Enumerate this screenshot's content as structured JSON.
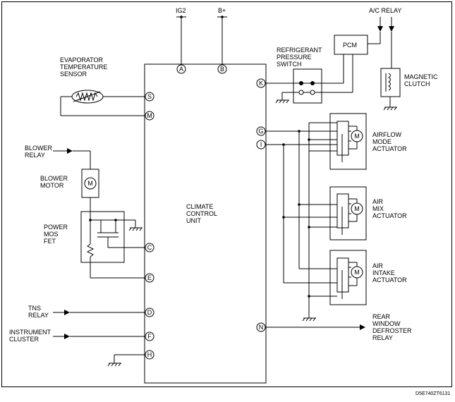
{
  "top_labels": {
    "ig2": "IG2",
    "bplus": "B+",
    "ac_relay": "A/C RELAY"
  },
  "ccu": {
    "line1": "CLIMATE",
    "line2": "CONTROL",
    "line3": "UNIT"
  },
  "pins": {
    "a": "A",
    "b": "B",
    "s": "S",
    "m": "M",
    "c": "C",
    "e": "E",
    "d": "D",
    "f": "F",
    "h": "H",
    "k": "K",
    "g": "G",
    "i": "I",
    "n": "N"
  },
  "pcm": {
    "label": "PCM"
  },
  "refrigerant_switch": {
    "line1": "REFRIGERANT",
    "line2": "PRESSURE",
    "line3": "SWITCH"
  },
  "magnetic_clutch": {
    "line1": "MAGNETIC",
    "line2": "CLUTCH"
  },
  "evaporator_sensor": {
    "line1": "EVAPORATOR",
    "line2": "TEMPERATURE",
    "line3": "SENSOR"
  },
  "blower_relay": {
    "line1": "BLOWER",
    "line2": "RELAY"
  },
  "blower_motor": {
    "line1": "BLOWER",
    "line2": "MOTOR"
  },
  "power_mosfet": {
    "line1": "POWER",
    "line2": "MOS",
    "line3": "FET"
  },
  "tns_relay": {
    "line1": "TNS",
    "line2": "RELAY"
  },
  "instrument_cluster": {
    "line1": "INSTRUMENT",
    "line2": "CLUSTER"
  },
  "airflow_actuator": {
    "line1": "AIRFLOW",
    "line2": "MODE",
    "line3": "ACTUATOR"
  },
  "airmix_actuator": {
    "line1": "AIR",
    "line2": "MIX",
    "line3": "ACTUATOR"
  },
  "airintake_actuator": {
    "line1": "AIR",
    "line2": "INTAKE",
    "line3": "ACTUATOR"
  },
  "rear_defroster": {
    "line1": "REAR",
    "line2": "WINDOW",
    "line3": "DEFROSTER",
    "line4": "RELAY"
  },
  "motor_symbol": "M",
  "figure_code": "D5E740ZT6131"
}
